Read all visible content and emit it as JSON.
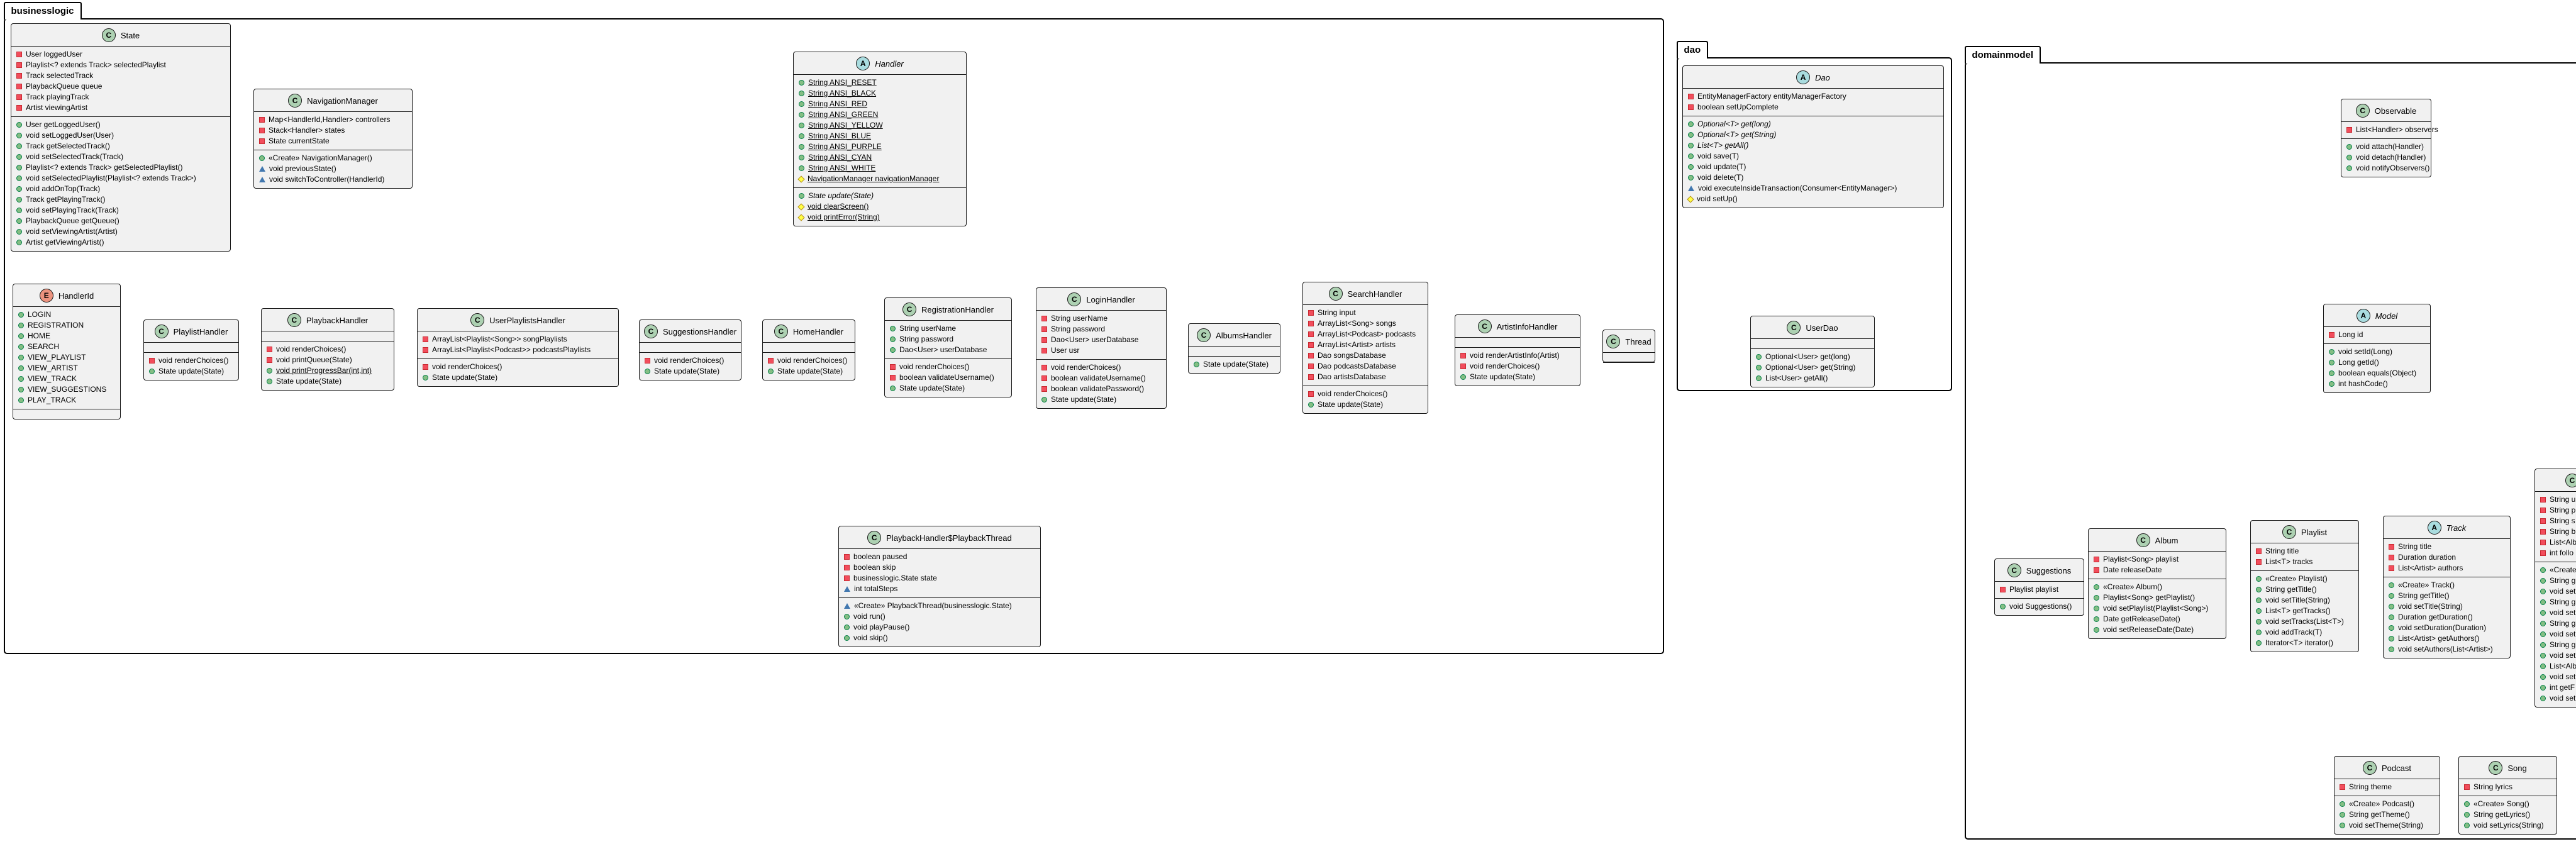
{
  "packages": {
    "businesslogic": "businesslogic",
    "dao": "dao",
    "domainmodel": "domainmodel"
  },
  "classes": {
    "State": {
      "kind": "C",
      "name": "State",
      "fields": [
        {
          "v": "priv",
          "t": "User loggedUser"
        },
        {
          "v": "priv",
          "t": "Playlist<? extends Track> selectedPlaylist"
        },
        {
          "v": "priv",
          "t": "Track selectedTrack"
        },
        {
          "v": "priv",
          "t": "PlaybackQueue queue"
        },
        {
          "v": "priv",
          "t": "Track playingTrack"
        },
        {
          "v": "priv",
          "t": "Artist viewingArtist"
        }
      ],
      "methods": [
        {
          "v": "pub",
          "t": "User getLoggedUser()"
        },
        {
          "v": "pub",
          "t": "void setLoggedUser(User)"
        },
        {
          "v": "pub",
          "t": "Track getSelectedTrack()"
        },
        {
          "v": "pub",
          "t": "void setSelectedTrack(Track)"
        },
        {
          "v": "pub",
          "t": "Playlist<? extends Track> getSelectedPlaylist()"
        },
        {
          "v": "pub",
          "t": "void setSelectedPlaylist(Playlist<? extends Track>)"
        },
        {
          "v": "pub",
          "t": "void addOnTop(Track)"
        },
        {
          "v": "pub",
          "t": "Track getPlayingTrack()"
        },
        {
          "v": "pub",
          "t": "void setPlayingTrack(Track)"
        },
        {
          "v": "pub",
          "t": "PlaybackQueue getQueue()"
        },
        {
          "v": "pub",
          "t": "void setViewingArtist(Artist)"
        },
        {
          "v": "pub",
          "t": "Artist getViewingArtist()"
        }
      ]
    },
    "NavigationManager": {
      "kind": "C",
      "name": "NavigationManager",
      "fields": [
        {
          "v": "priv",
          "t": "Map<HandlerId,Handler> controllers"
        },
        {
          "v": "priv",
          "t": "Stack<Handler> states"
        },
        {
          "v": "priv",
          "t": "State currentState"
        }
      ],
      "methods": [
        {
          "v": "pub",
          "t": "«Create» NavigationManager()"
        },
        {
          "v": "pkg",
          "t": "void previousState()"
        },
        {
          "v": "pkg",
          "t": "void switchToController(HandlerId)"
        }
      ]
    },
    "HandlerId": {
      "kind": "E",
      "name": "HandlerId",
      "fields": [
        {
          "v": "pub",
          "t": "LOGIN"
        },
        {
          "v": "pub",
          "t": "REGISTRATION"
        },
        {
          "v": "pub",
          "t": "HOME"
        },
        {
          "v": "pub",
          "t": "SEARCH"
        },
        {
          "v": "pub",
          "t": "VIEW_PLAYLIST"
        },
        {
          "v": "pub",
          "t": "VIEW_ARTIST"
        },
        {
          "v": "pub",
          "t": "VIEW_TRACK"
        },
        {
          "v": "pub",
          "t": "VIEW_SUGGESTIONS"
        },
        {
          "v": "pub",
          "t": "PLAY_TRACK"
        }
      ],
      "methods": []
    },
    "Handler": {
      "kind": "A",
      "name": "Handler",
      "fields": [
        {
          "v": "pub",
          "t": "String ANSI_RESET",
          "s": true
        },
        {
          "v": "pub",
          "t": "String ANSI_BLACK",
          "s": true
        },
        {
          "v": "pub",
          "t": "String ANSI_RED",
          "s": true
        },
        {
          "v": "pub",
          "t": "String ANSI_GREEN",
          "s": true
        },
        {
          "v": "pub",
          "t": "String ANSI_YELLOW",
          "s": true
        },
        {
          "v": "pub",
          "t": "String ANSI_BLUE",
          "s": true
        },
        {
          "v": "pub",
          "t": "String ANSI_PURPLE",
          "s": true
        },
        {
          "v": "pub",
          "t": "String ANSI_CYAN",
          "s": true
        },
        {
          "v": "pub",
          "t": "String ANSI_WHITE",
          "s": true
        },
        {
          "v": "prot",
          "t": "NavigationManager navigationManager",
          "s": true
        }
      ],
      "methods": [
        {
          "v": "pub",
          "t": "State update(State)",
          "i": true
        },
        {
          "v": "prot",
          "t": "void clearScreen()",
          "s": true
        },
        {
          "v": "prot",
          "t": "void printError(String)",
          "s": true
        }
      ]
    },
    "PlaylistHandler": {
      "kind": "C",
      "name": "PlaylistHandler",
      "fields": [],
      "methods": [
        {
          "v": "priv",
          "t": "void renderChoices()"
        },
        {
          "v": "pub",
          "t": "State update(State)"
        }
      ]
    },
    "PlaybackHandler": {
      "kind": "C",
      "name": "PlaybackHandler",
      "fields": [],
      "methods": [
        {
          "v": "priv",
          "t": "void renderChoices()"
        },
        {
          "v": "priv",
          "t": "void printQueue(State)"
        },
        {
          "v": "pub",
          "t": "void printProgressBar(int,int)",
          "s": true
        },
        {
          "v": "pub",
          "t": "State update(State)"
        }
      ]
    },
    "UserPlaylistsHandler": {
      "kind": "C",
      "name": "UserPlaylistsHandler",
      "fields": [
        {
          "v": "priv",
          "t": "ArrayList<Playlist<Song>> songPlaylists"
        },
        {
          "v": "priv",
          "t": "ArrayList<Playlist<Podcast>> podcastsPlaylists"
        }
      ],
      "methods": [
        {
          "v": "priv",
          "t": "void renderChoices()"
        },
        {
          "v": "pub",
          "t": "State update(State)"
        }
      ]
    },
    "SuggestionsHandler": {
      "kind": "C",
      "name": "SuggestionsHandler",
      "fields": [],
      "methods": [
        {
          "v": "priv",
          "t": "void renderChoices()"
        },
        {
          "v": "pub",
          "t": "State update(State)"
        }
      ]
    },
    "HomeHandler": {
      "kind": "C",
      "name": "HomeHandler",
      "fields": [],
      "methods": [
        {
          "v": "priv",
          "t": "void renderChoices()"
        },
        {
          "v": "pub",
          "t": "State update(State)"
        }
      ]
    },
    "RegistrationHandler": {
      "kind": "C",
      "name": "RegistrationHandler",
      "fields": [
        {
          "v": "pub",
          "t": "String userName"
        },
        {
          "v": "pub",
          "t": "String password"
        },
        {
          "v": "pub",
          "t": "Dao<User> userDatabase"
        }
      ],
      "methods": [
        {
          "v": "priv",
          "t": "void renderChoices()"
        },
        {
          "v": "priv",
          "t": "boolean validateUsername()"
        },
        {
          "v": "pub",
          "t": "State update(State)"
        }
      ]
    },
    "LoginHandler": {
      "kind": "C",
      "name": "LoginHandler",
      "fields": [
        {
          "v": "priv",
          "t": "String userName"
        },
        {
          "v": "priv",
          "t": "String password"
        },
        {
          "v": "priv",
          "t": "Dao<User> userDatabase"
        },
        {
          "v": "priv",
          "t": "User usr"
        }
      ],
      "methods": [
        {
          "v": "priv",
          "t": "void renderChoices()"
        },
        {
          "v": "priv",
          "t": "boolean validateUsername()"
        },
        {
          "v": "priv",
          "t": "boolean validatePassword()"
        },
        {
          "v": "pub",
          "t": "State update(State)"
        }
      ]
    },
    "AlbumsHandler": {
      "kind": "C",
      "name": "AlbumsHandler",
      "fields": [],
      "methods": [
        {
          "v": "pub",
          "t": "State update(State)"
        }
      ]
    },
    "SearchHandler": {
      "kind": "C",
      "name": "SearchHandler",
      "fields": [
        {
          "v": "priv",
          "t": "String input"
        },
        {
          "v": "priv",
          "t": "ArrayList<Song> songs"
        },
        {
          "v": "priv",
          "t": "ArrayList<Podcast> podcasts"
        },
        {
          "v": "priv",
          "t": "ArrayList<Artist> artists"
        },
        {
          "v": "priv",
          "t": "Dao songsDatabase"
        },
        {
          "v": "priv",
          "t": "Dao podcastsDatabase"
        },
        {
          "v": "priv",
          "t": "Dao artistsDatabase"
        }
      ],
      "methods": [
        {
          "v": "priv",
          "t": "void renderChoices()"
        },
        {
          "v": "pub",
          "t": "State update(State)"
        }
      ]
    },
    "ArtistInfoHandler": {
      "kind": "C",
      "name": "ArtistInfoHandler",
      "fields": [],
      "methods": [
        {
          "v": "priv",
          "t": "void renderArtistInfo(Artist)"
        },
        {
          "v": "priv",
          "t": "void renderChoices()"
        },
        {
          "v": "pub",
          "t": "State update(State)"
        }
      ]
    },
    "Thread": {
      "kind": "C",
      "name": "Thread",
      "fields": [],
      "methods": []
    },
    "PlaybackThread": {
      "kind": "C",
      "name": "PlaybackHandler$PlaybackThread",
      "fields": [
        {
          "v": "priv",
          "t": "boolean paused"
        },
        {
          "v": "priv",
          "t": "boolean skip"
        },
        {
          "v": "priv",
          "t": "businesslogic.State state"
        },
        {
          "v": "pkg",
          "t": "int totalSteps"
        }
      ],
      "methods": [
        {
          "v": "pkg",
          "t": "«Create» PlaybackThread(businesslogic.State)"
        },
        {
          "v": "pub",
          "t": "void run()"
        },
        {
          "v": "pub",
          "t": "void playPause()"
        },
        {
          "v": "pub",
          "t": "void skip()"
        }
      ]
    },
    "Dao": {
      "kind": "A",
      "name": "Dao",
      "fields": [
        {
          "v": "priv",
          "t": "EntityManagerFactory entityManagerFactory"
        },
        {
          "v": "priv",
          "t": "boolean setUpComplete"
        }
      ],
      "methods": [
        {
          "v": "pub",
          "t": "Optional<T> get(long)",
          "i": true
        },
        {
          "v": "pub",
          "t": "Optional<T> get(String)",
          "i": true
        },
        {
          "v": "pub",
          "t": "List<T> getAll()",
          "i": true
        },
        {
          "v": "pub",
          "t": "void save(T)"
        },
        {
          "v": "pub",
          "t": "void update(T)"
        },
        {
          "v": "pub",
          "t": "void delete(T)"
        },
        {
          "v": "pkg",
          "t": "void executeInsideTransaction(Consumer<EntityManager>)"
        },
        {
          "v": "prot",
          "t": "void setUp()"
        }
      ]
    },
    "UserDao": {
      "kind": "C",
      "name": "UserDao",
      "fields": [],
      "methods": [
        {
          "v": "pub",
          "t": "Optional<User> get(long)"
        },
        {
          "v": "pub",
          "t": "Optional<User> get(String)"
        },
        {
          "v": "pub",
          "t": "List<User> getAll()"
        }
      ]
    },
    "Observable": {
      "kind": "C",
      "name": "Observable",
      "fields": [
        {
          "v": "priv",
          "t": "List<Handler> observers"
        }
      ],
      "methods": [
        {
          "v": "pub",
          "t": "void attach(Handler)"
        },
        {
          "v": "pub",
          "t": "void detach(Handler)"
        },
        {
          "v": "pub",
          "t": "void notifyObservers()"
        }
      ]
    },
    "Model": {
      "kind": "A",
      "name": "Model",
      "fields": [
        {
          "v": "priv",
          "t": "Long id"
        }
      ],
      "methods": [
        {
          "v": "pub",
          "t": "void setId(Long)"
        },
        {
          "v": "pub",
          "t": "Long getId()"
        },
        {
          "v": "pub",
          "t": "boolean equals(Object)"
        },
        {
          "v": "pub",
          "t": "int hashCode()"
        }
      ]
    },
    "Suggestions": {
      "kind": "C",
      "name": "Suggestions",
      "fields": [
        {
          "v": "priv",
          "t": "Playlist playlist"
        }
      ],
      "methods": [
        {
          "v": "pub",
          "t": "void Suggestions()"
        }
      ]
    },
    "Album": {
      "kind": "C",
      "name": "Album",
      "fields": [
        {
          "v": "priv",
          "t": "Playlist<Song> playlist"
        },
        {
          "v": "priv",
          "t": "Date releaseDate"
        }
      ],
      "methods": [
        {
          "v": "pub",
          "t": "«Create» Album()"
        },
        {
          "v": "pub",
          "t": "Playlist<Song> getPlaylist()"
        },
        {
          "v": "pub",
          "t": "void setPlaylist(Playlist<Song>)"
        },
        {
          "v": "pub",
          "t": "Date getReleaseDate()"
        },
        {
          "v": "pub",
          "t": "void setReleaseDate(Date)"
        }
      ]
    },
    "Playlist": {
      "kind": "C",
      "name": "Playlist",
      "fields": [
        {
          "v": "priv",
          "t": "String title"
        },
        {
          "v": "priv",
          "t": "List<T> tracks"
        }
      ],
      "methods": [
        {
          "v": "pub",
          "t": "«Create» Playlist()"
        },
        {
          "v": "pub",
          "t": "String getTitle()"
        },
        {
          "v": "pub",
          "t": "void setTitle(String)"
        },
        {
          "v": "pub",
          "t": "List<T> getTracks()"
        },
        {
          "v": "pub",
          "t": "void setTracks(List<T>)"
        },
        {
          "v": "pub",
          "t": "void addTrack(T)"
        },
        {
          "v": "pub",
          "t": "Iterator<T> iterator()"
        }
      ]
    },
    "Track": {
      "kind": "A",
      "name": "Track",
      "fields": [
        {
          "v": "priv",
          "t": "String title"
        },
        {
          "v": "priv",
          "t": "Duration duration"
        },
        {
          "v": "priv",
          "t": "List<Artist> authors"
        }
      ],
      "methods": [
        {
          "v": "pub",
          "t": "«Create» Track()"
        },
        {
          "v": "pub",
          "t": "String getTitle()"
        },
        {
          "v": "pub",
          "t": "void setTitle(String)"
        },
        {
          "v": "pub",
          "t": "Duration getDuration()"
        },
        {
          "v": "pub",
          "t": "void setDuration(Duration)"
        },
        {
          "v": "pub",
          "t": "List<Artist> getAuthors()"
        },
        {
          "v": "pub",
          "t": "void setAuthors(List<Artist>)"
        }
      ]
    },
    "Partial": {
      "kind": "C",
      "name": "",
      "fields": [
        {
          "v": "priv",
          "t": "String u"
        },
        {
          "v": "priv",
          "t": "String p"
        },
        {
          "v": "priv",
          "t": "String s"
        },
        {
          "v": "priv",
          "t": "String b"
        },
        {
          "v": "priv",
          "t": "List<Alb"
        },
        {
          "v": "priv",
          "t": "int follo"
        }
      ],
      "methods": [
        {
          "v": "pub",
          "t": "«Create"
        },
        {
          "v": "pub",
          "t": "String g"
        },
        {
          "v": "pub",
          "t": "void set"
        },
        {
          "v": "pub",
          "t": "String g"
        },
        {
          "v": "pub",
          "t": "void set"
        },
        {
          "v": "pub",
          "t": "String g"
        },
        {
          "v": "pub",
          "t": "void set"
        },
        {
          "v": "pub",
          "t": "String g"
        },
        {
          "v": "pub",
          "t": "void set"
        },
        {
          "v": "pub",
          "t": "List<Alb"
        },
        {
          "v": "pub",
          "t": "void set"
        },
        {
          "v": "pub",
          "t": "int getF"
        },
        {
          "v": "pub",
          "t": "void set"
        }
      ]
    },
    "Podcast": {
      "kind": "C",
      "name": "Podcast",
      "fields": [
        {
          "v": "priv",
          "t": "String theme"
        }
      ],
      "methods": [
        {
          "v": "pub",
          "t": "«Create» Podcast()"
        },
        {
          "v": "pub",
          "t": "String getTheme()"
        },
        {
          "v": "pub",
          "t": "void setTheme(String)"
        }
      ]
    },
    "Song": {
      "kind": "C",
      "name": "Song",
      "fields": [
        {
          "v": "priv",
          "t": "String lyrics"
        }
      ],
      "methods": [
        {
          "v": "pub",
          "t": "«Create» Song()"
        },
        {
          "v": "pub",
          "t": "String getLyrics()"
        },
        {
          "v": "pub",
          "t": "void setLyrics(String)"
        }
      ]
    }
  }
}
